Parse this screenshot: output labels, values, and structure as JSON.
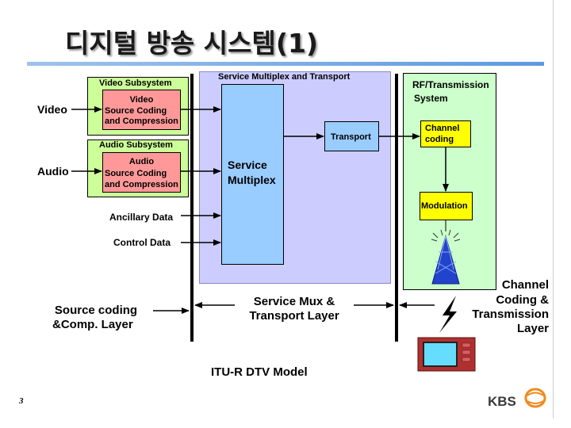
{
  "slide": {
    "title": "디지털 방송 시스템(1)",
    "page_number": "3",
    "caption": "ITU-R DTV Model",
    "logo_text": "KBS"
  },
  "inputs": {
    "video": "Video",
    "audio": "Audio",
    "ancillary": "Ancillary Data",
    "control": "Control Data"
  },
  "video_subsystem": {
    "title": "Video Subsystem",
    "block_lines": [
      "Video",
      "Source Coding",
      "and Compression"
    ]
  },
  "audio_subsystem": {
    "title": "Audio Subsystem",
    "block_lines": [
      "Audio",
      "Source Coding",
      "and Compression"
    ]
  },
  "service_mux_transport": {
    "title": "Service Multiplex and Transport",
    "mux_lines": [
      "Service",
      "Multiplex"
    ],
    "transport": "Transport"
  },
  "rf_system": {
    "title_lines": [
      "RF/Transmission",
      "System"
    ],
    "channel_coding_lines": [
      "Channel",
      "coding"
    ],
    "modulation": "Modulation"
  },
  "layers": {
    "source_lines": [
      "Source coding",
      "&Comp. Layer"
    ],
    "mux_lines": [
      "Service Mux &",
      "Transport Layer"
    ],
    "channel_lines": [
      "Channel",
      "Coding &",
      "Transmission",
      "Layer"
    ]
  },
  "colors": {
    "subsystem_green": "#ccff99",
    "coding_red": "#ff9999",
    "mux_region": "#ccccff",
    "mux_block": "#99ccff",
    "rf_region": "#ccffcc",
    "rf_blocks": "#ffff00",
    "tv_body": "#b03030",
    "tv_screen": "#66ddff"
  }
}
